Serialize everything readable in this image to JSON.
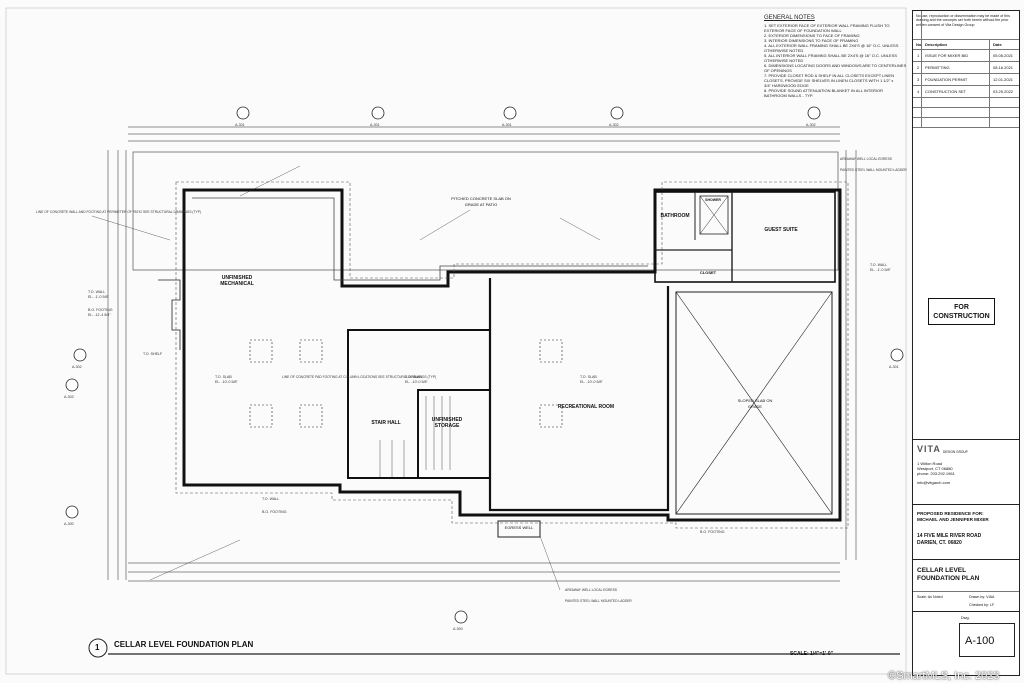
{
  "title_block": {
    "copyright_note": "No use, reproduction or dissemination may be made of this drawing and the concepts set forth herein without the prior written consent of Vita Design Group",
    "rev_headers": [
      "No",
      "Description",
      "Date"
    ],
    "revisions": [
      {
        "no": "1",
        "desc": "ISSUE FOR MIXER BID",
        "date": "05.05.2021"
      },
      {
        "no": "2",
        "desc": "PERMITTING",
        "date": "08.16.2021"
      },
      {
        "no": "3",
        "desc": "FOUNDATION PERMIT",
        "date": "12.01.2021"
      },
      {
        "no": "4",
        "desc": "CONSTRUCTION SET",
        "date": "03.25.2022"
      }
    ],
    "stamp": "FOR CONSTRUCTION",
    "firm_logo": "VITA",
    "firm_sub": "DESIGN GROUP",
    "firm_address": [
      "1 Wilton Road",
      "Westport, CT 06880",
      "phone: 203.292.1961"
    ],
    "firm_email": "info@vitgarch.com",
    "project_header": "PROPOSED RESIDENCE FOR:",
    "client": "MICHAEL AND JENNIFER MIXER",
    "address_line1": "14 FIVE MILE RIVER ROAD",
    "address_line2": "DARIEN, CT. 06820",
    "sheet_title_1": "CELLAR LEVEL",
    "sheet_title_2": "FOUNDATION PLAN",
    "scale_label": "Scale: As Noted",
    "drawn_by": "Drawn by: VIAA",
    "checked_by": "Checked by: LF",
    "dwg_label": "Dwg.",
    "sheet_number": "A-100"
  },
  "general_notes": {
    "heading": "GENERAL NOTES",
    "items": [
      "1.  SET EXTERIOR FACE OF EXTERIOR WALL FRAMING FLUSH TO",
      "    EXTERIOR FACE OF FOUNDATION WALL",
      "2.  EXTERIOR DIMENSIONS TO FACE OF FRAMING",
      "3.  INTERIOR DIMENSIONS TO FACE OF FRAMING",
      "4.  ALL EXTERIOR WALL FRAMING SHALL BE 2X6'S @ 16\" O.C. UNLESS",
      "    OTHERWISE NOTED",
      "5.  ALL INTERIOR WALL FRAMING SHALL BE 2X4'S @ 16\" O.C. UNLESS",
      "    OTHERWISE NOTED",
      "6.  DIMENSIONS LOCATING DOORS AND WINDOWS ARE TO CENTERLINES",
      "    OF OPENINGS",
      "7.  PROVIDE CLOSET ROD & SHELF IN ALL CLOSETS EXCEPT LINEN",
      "    CLOSETS. PROVIDE SIX SHELVES IN LINEN CLOSETS WITH 1 1/2\" x",
      "    3/4\" HARDWOOD EDGE",
      "8.  PROVIDE SOUND ATTENUATION BLANKET IN ALL INTERIOR",
      "    BATHROOM WALLS - TYP."
    ]
  },
  "rooms": {
    "mechanical": "UNFINISHED MECHANICAL",
    "stair_hall": "STAIR HALL",
    "storage": "UNFINISHED STORAGE",
    "recreational": "RECREATIONAL ROOM",
    "bathroom": "BATHROOM",
    "shower": "SHOWER",
    "guest_suite": "GUEST SUITE",
    "closet": "CLOSET",
    "sloped_slab": "SLOPED SLAB ON GRADE",
    "patio_note": "PITCHED CONCRETE SLAB ON GRADE AT PATIO",
    "egress_note": "EGRESS WELL"
  },
  "annotations": {
    "tos": "T.O. SLAB",
    "tow": "T.O. WALL",
    "bof": "B.O. FOOTING",
    "tshelf": "T.O. SHELF",
    "elev1": "EL. -10'-0 5/8\"",
    "elev2": "EL. -1'-0 5/8\"",
    "elev3": "EL. -11'-4 5/8\"",
    "wall_note": "LINE OF CONCRETE WALL AND FOOTING AT PERIMETER OF PATIO SEE STRUCTURAL DRAWINGS (TYP)",
    "pad_note": "LINE OF CONCRETE PAD FOOTING AT COLUMN LOCATIONS SEE STRUCTURAL DRAWINGS (TYP)",
    "areaway": "AREAWAY WELL LOCAL EGRESS",
    "ladder": "PAINTED STEEL WALL MOUNTED LADDER"
  },
  "section_marks": [
    "A-301",
    "A-301",
    "A-301",
    "A-302",
    "A-302",
    "A-302",
    "A-301",
    "A-303",
    "A-300",
    "A-300",
    "A-300"
  ],
  "drawing_title": {
    "number": "1",
    "name": "CELLAR LEVEL FOUNDATION PLAN",
    "scale": "SCALE: 1/4\"=1'-0\""
  },
  "watermark": "©SmartMLS, Inc. 2023"
}
